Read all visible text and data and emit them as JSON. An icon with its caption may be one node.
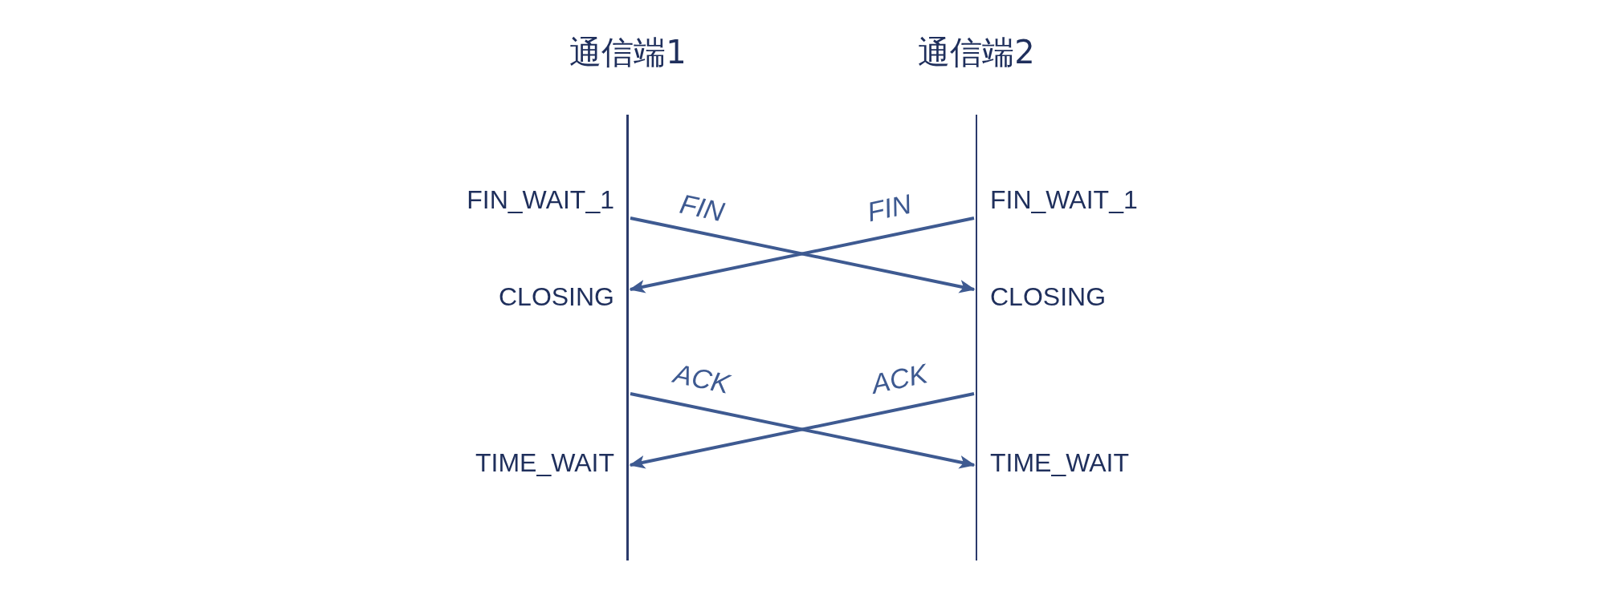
{
  "diagram": {
    "nodes": [
      {
        "text": [
          "通信端1"
        ],
        "beside": [
          "FIN_WAIT_1",
          "CLOSING",
          "TIME_WAIT"
        ]
      },
      {
        "text": [
          "通信端2"
        ],
        "beside": [
          "FIN_WAIT_1",
          "CLOSING",
          "TIME_WAIT"
        ]
      }
    ],
    "edges": [
      {
        "from": 0,
        "to": 1,
        "arrow": "to",
        "label": "FIN"
      },
      {
        "from": 1,
        "to": 0,
        "arrow": "to",
        "label": "FIN"
      },
      {
        "from": 0,
        "to": 1,
        "arrow": "to",
        "label": "ACK"
      },
      {
        "from": 1,
        "to": 0,
        "arrow": "to",
        "label": "ACK"
      }
    ]
  }
}
